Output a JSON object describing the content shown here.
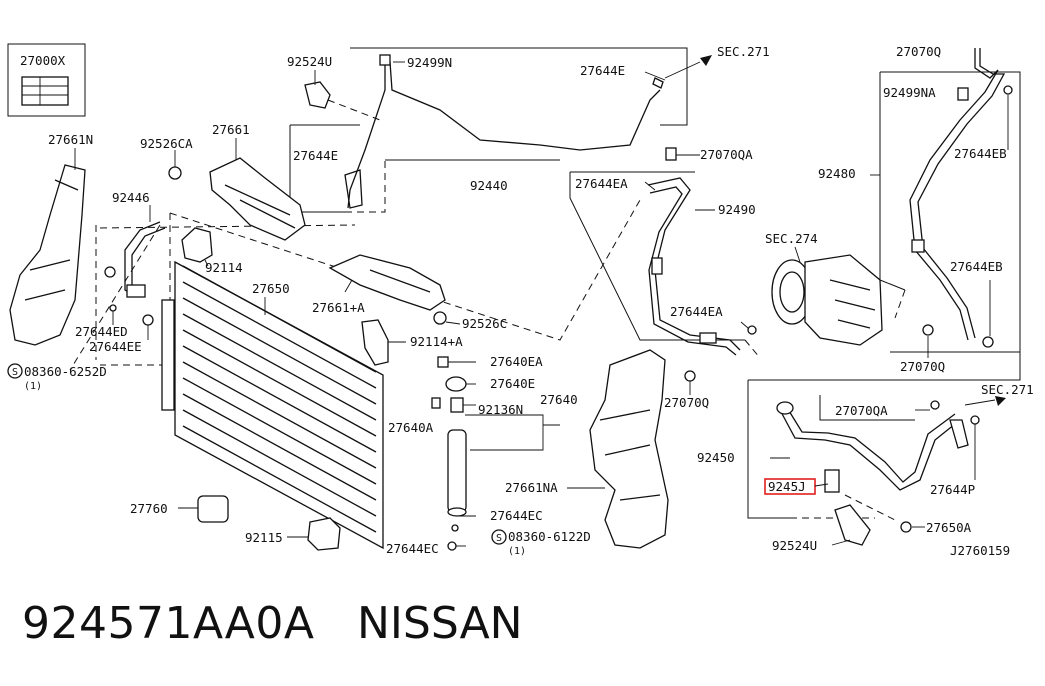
{
  "labels": {
    "l27000x": "27000X",
    "l27661n": "27661N",
    "l92526ca": "92526CA",
    "l27661": "27661",
    "l92524u_top": "92524U",
    "l92499n": "92499N",
    "l27644e_top": "27644E",
    "l_sec271_top": "SEC.271",
    "l27070q_tr": "27070Q",
    "l92499na": "92499NA",
    "l27644eb_1": "27644EB",
    "l92480": "92480",
    "l27644e_mid": "27644E",
    "l92440": "92440",
    "l27070qa_top": "27070QA",
    "l27644ea_top": "27644EA",
    "l92490": "92490",
    "l92446": "92446",
    "l92114": "92114",
    "l27650": "27650",
    "l27661a": "27661+A",
    "l92526c": "92526C",
    "l92114a": "92114+A",
    "l27644ed": "27644ED",
    "l27644ee": "27644EE",
    "l08360_6252d": "08360-6252D",
    "l_qty1a": "(1)",
    "l_sec274": "SEC.274",
    "l27644eb_2": "27644EB",
    "l27644ea_mid": "27644EA",
    "l27070q_r": "27070Q",
    "l27640ea": "27640EA",
    "l27640e": "27640E",
    "l27640": "27640",
    "l27640a": "27640A",
    "l92136n": "92136N",
    "l27070q_b": "27070Q",
    "l27070qa_b": "27070QA",
    "l_sec271_b": "SEC.271",
    "l92450": "92450",
    "l9245j": "9245J",
    "l27644p": "27644P",
    "l27661na": "27661NA",
    "l27760": "27760",
    "l27644ec_1": "27644EC",
    "l92115": "92115",
    "l27644ec_2": "27644EC",
    "l08360_6122d": "08360-6122D",
    "l_qty1b": "(1)",
    "l27650a": "27650A",
    "l92524u_b": "92524U",
    "l_diagram_id": "J2760159"
  },
  "highlight_color": "#e02020",
  "footer": {
    "part_number": "924571AA0A",
    "brand": "NISSAN"
  }
}
